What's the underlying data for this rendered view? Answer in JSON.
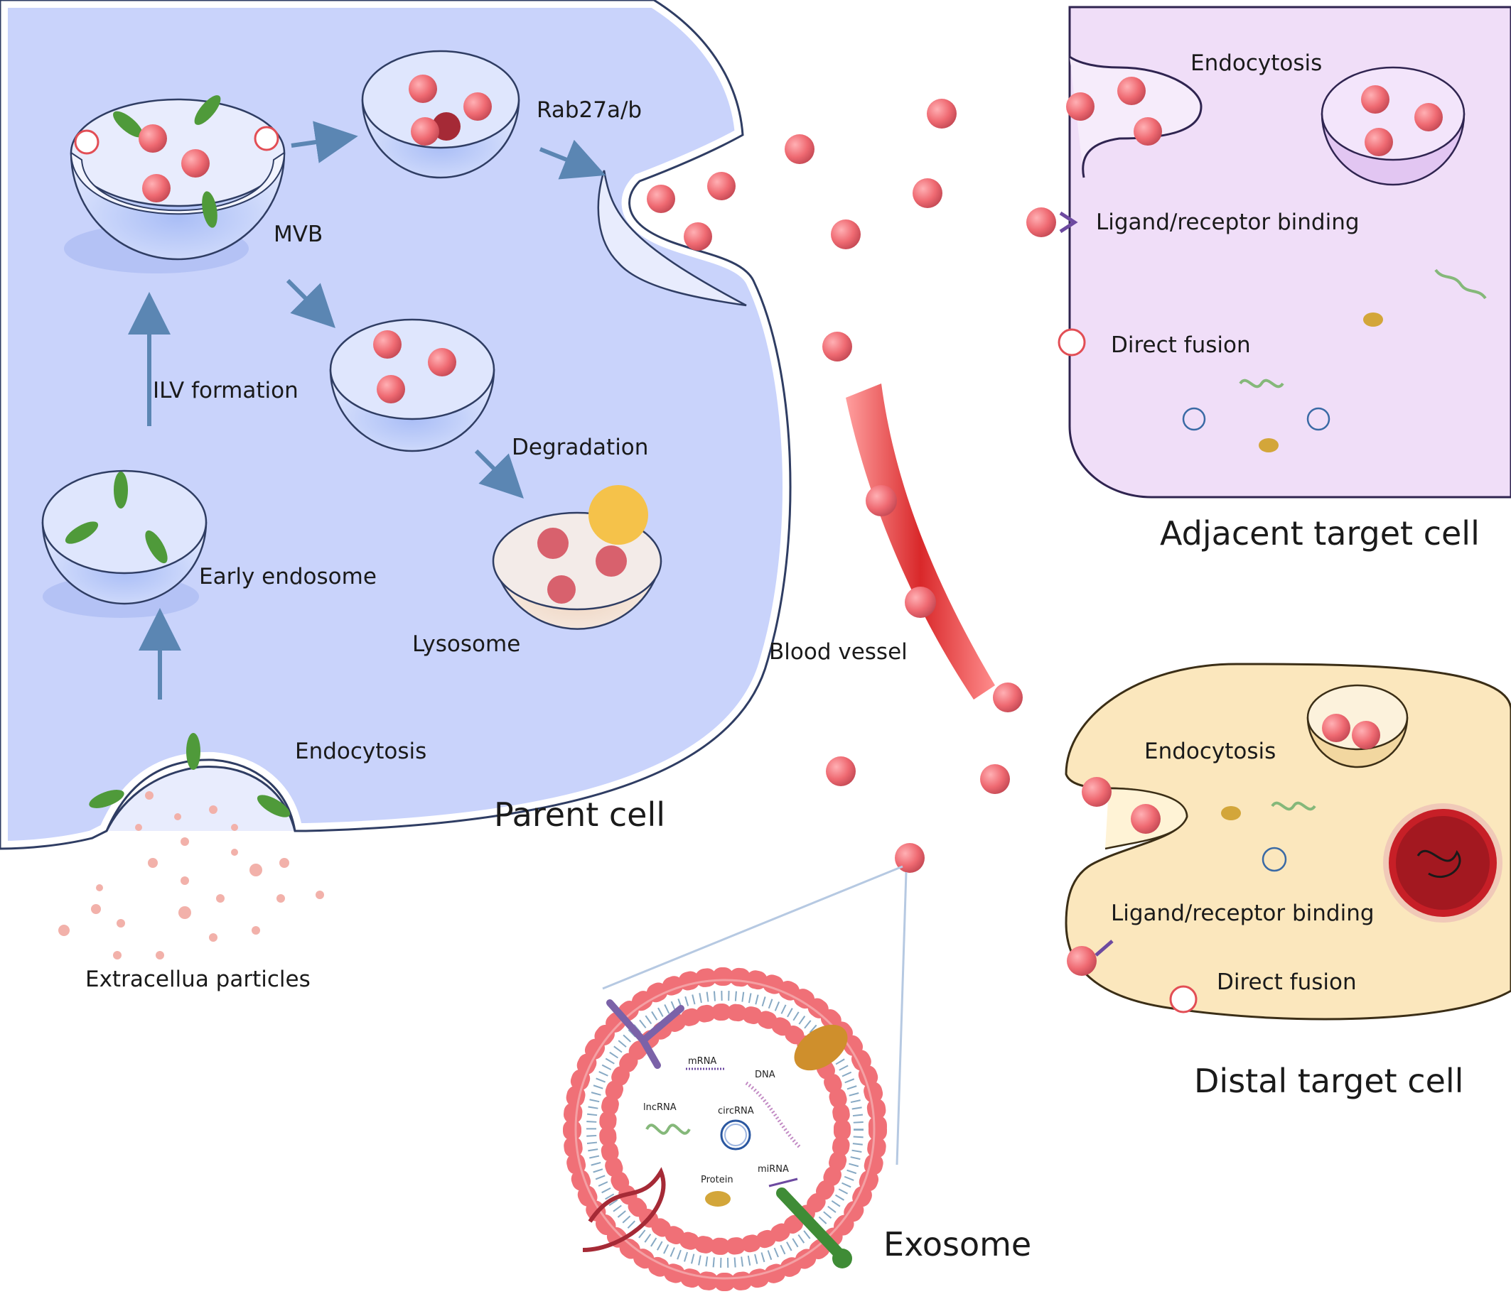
{
  "labels": {
    "parent_cell": "Parent cell",
    "adjacent_target_cell": "Adjacent target cell",
    "distal_target_cell": "Distal target cell",
    "exosome": "Exosome",
    "blood_vessel": "Blood vessel",
    "mvb": "MVB",
    "rab27": "Rab27a/b",
    "ilv_formation": "ILV formation",
    "degradation": "Degradation",
    "early_endosome": "Early endosome",
    "lysosome": "Lysosome",
    "endocytosis_parent": "Endocytosis",
    "extracellular_particles": "Extracellua particles",
    "adjacent_endocytosis": "Endocytosis",
    "adjacent_ligand_receptor": "Ligand/receptor binding",
    "adjacent_direct_fusion": "Direct fusion",
    "distal_endocytosis": "Endocytosis",
    "distal_ligand_receptor": "Ligand/receptor binding",
    "distal_direct_fusion": "Direct fusion"
  },
  "exosome_cargo": {
    "mrna": "mRNA",
    "dna": "DNA",
    "lncrna": "lncRNA",
    "circrna": "circRNA",
    "protein": "Protein",
    "mirna": "miRNA"
  },
  "colors": {
    "parent_cytoplasm": "#c9d3fb",
    "adjacent_cytoplasm": "#f0def8",
    "distal_cytoplasm": "#fbe7bd",
    "exosome_pink": "#ef6a72",
    "blood_red": "#d9282a",
    "arrow": "#5b86b3",
    "membrane_green": "#4f9a3a"
  }
}
